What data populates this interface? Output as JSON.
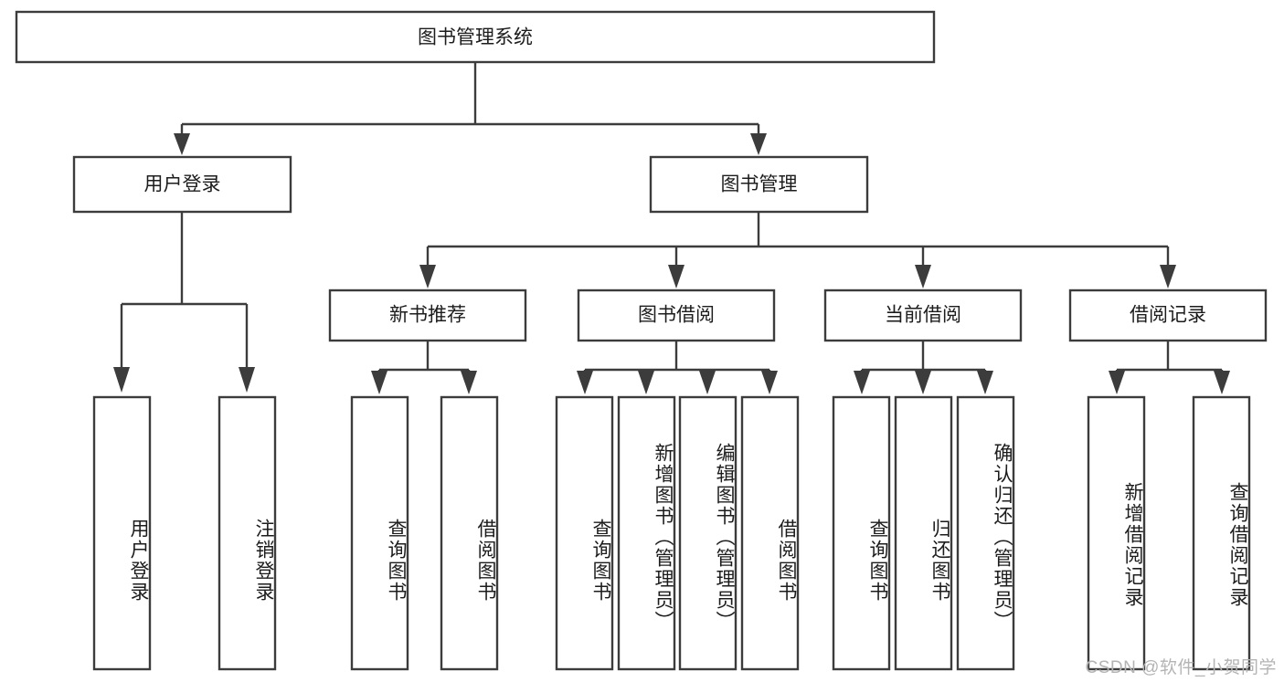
{
  "diagram": {
    "title": "图书管理系统",
    "type": "tree",
    "root": {
      "id": "root",
      "label": "图书管理系统",
      "orientation": "horizontal"
    },
    "level2": [
      {
        "id": "user-login",
        "label": "用户登录",
        "orientation": "horizontal"
      },
      {
        "id": "book-manage",
        "label": "图书管理",
        "orientation": "horizontal"
      }
    ],
    "level3": [
      {
        "id": "new-book-recommend",
        "label": "新书推荐",
        "parent": "book-manage",
        "orientation": "horizontal"
      },
      {
        "id": "book-borrow",
        "label": "图书借阅",
        "parent": "book-manage",
        "orientation": "horizontal"
      },
      {
        "id": "current-borrow",
        "label": "当前借阅",
        "parent": "book-manage",
        "orientation": "horizontal"
      },
      {
        "id": "borrow-record",
        "label": "借阅记录",
        "parent": "book-manage",
        "orientation": "horizontal"
      }
    ],
    "leaves": [
      {
        "id": "leaf-user-login",
        "label": "用户登录",
        "parent": "user-login",
        "orientation": "vertical"
      },
      {
        "id": "leaf-logout",
        "label": "注销登录",
        "parent": "user-login",
        "orientation": "vertical"
      },
      {
        "id": "leaf-query-book-1",
        "label": "查询图书",
        "parent": "new-book-recommend",
        "orientation": "vertical"
      },
      {
        "id": "leaf-borrow-book-1",
        "label": "借阅图书",
        "parent": "new-book-recommend",
        "orientation": "vertical"
      },
      {
        "id": "leaf-query-book-2",
        "label": "查询图书",
        "parent": "book-borrow",
        "orientation": "vertical"
      },
      {
        "id": "leaf-add-book",
        "label": "新增图书（管理员）",
        "parent": "book-borrow",
        "orientation": "vertical"
      },
      {
        "id": "leaf-edit-book",
        "label": "编辑图书（管理员）",
        "parent": "book-borrow",
        "orientation": "vertical"
      },
      {
        "id": "leaf-borrow-book-2",
        "label": "借阅图书",
        "parent": "book-borrow",
        "orientation": "vertical"
      },
      {
        "id": "leaf-query-book-3",
        "label": "查询图书",
        "parent": "current-borrow",
        "orientation": "vertical"
      },
      {
        "id": "leaf-return-book",
        "label": "归还图书",
        "parent": "current-borrow",
        "orientation": "vertical"
      },
      {
        "id": "leaf-confirm-return",
        "label": "确认归还（管理员）",
        "parent": "current-borrow",
        "orientation": "vertical"
      },
      {
        "id": "leaf-add-record",
        "label": "新增借阅记录",
        "parent": "borrow-record",
        "orientation": "vertical"
      },
      {
        "id": "leaf-query-record",
        "label": "查询借阅记录",
        "parent": "borrow-record",
        "orientation": "vertical"
      }
    ],
    "colors": {
      "stroke": "#3c3c3c",
      "fill": "#ffffff",
      "text": "#1c1c1c",
      "watermark": "#b4b4b4",
      "background": "#ffffff"
    }
  },
  "watermark": {
    "text": "CSDN @软件_小贺同学"
  }
}
